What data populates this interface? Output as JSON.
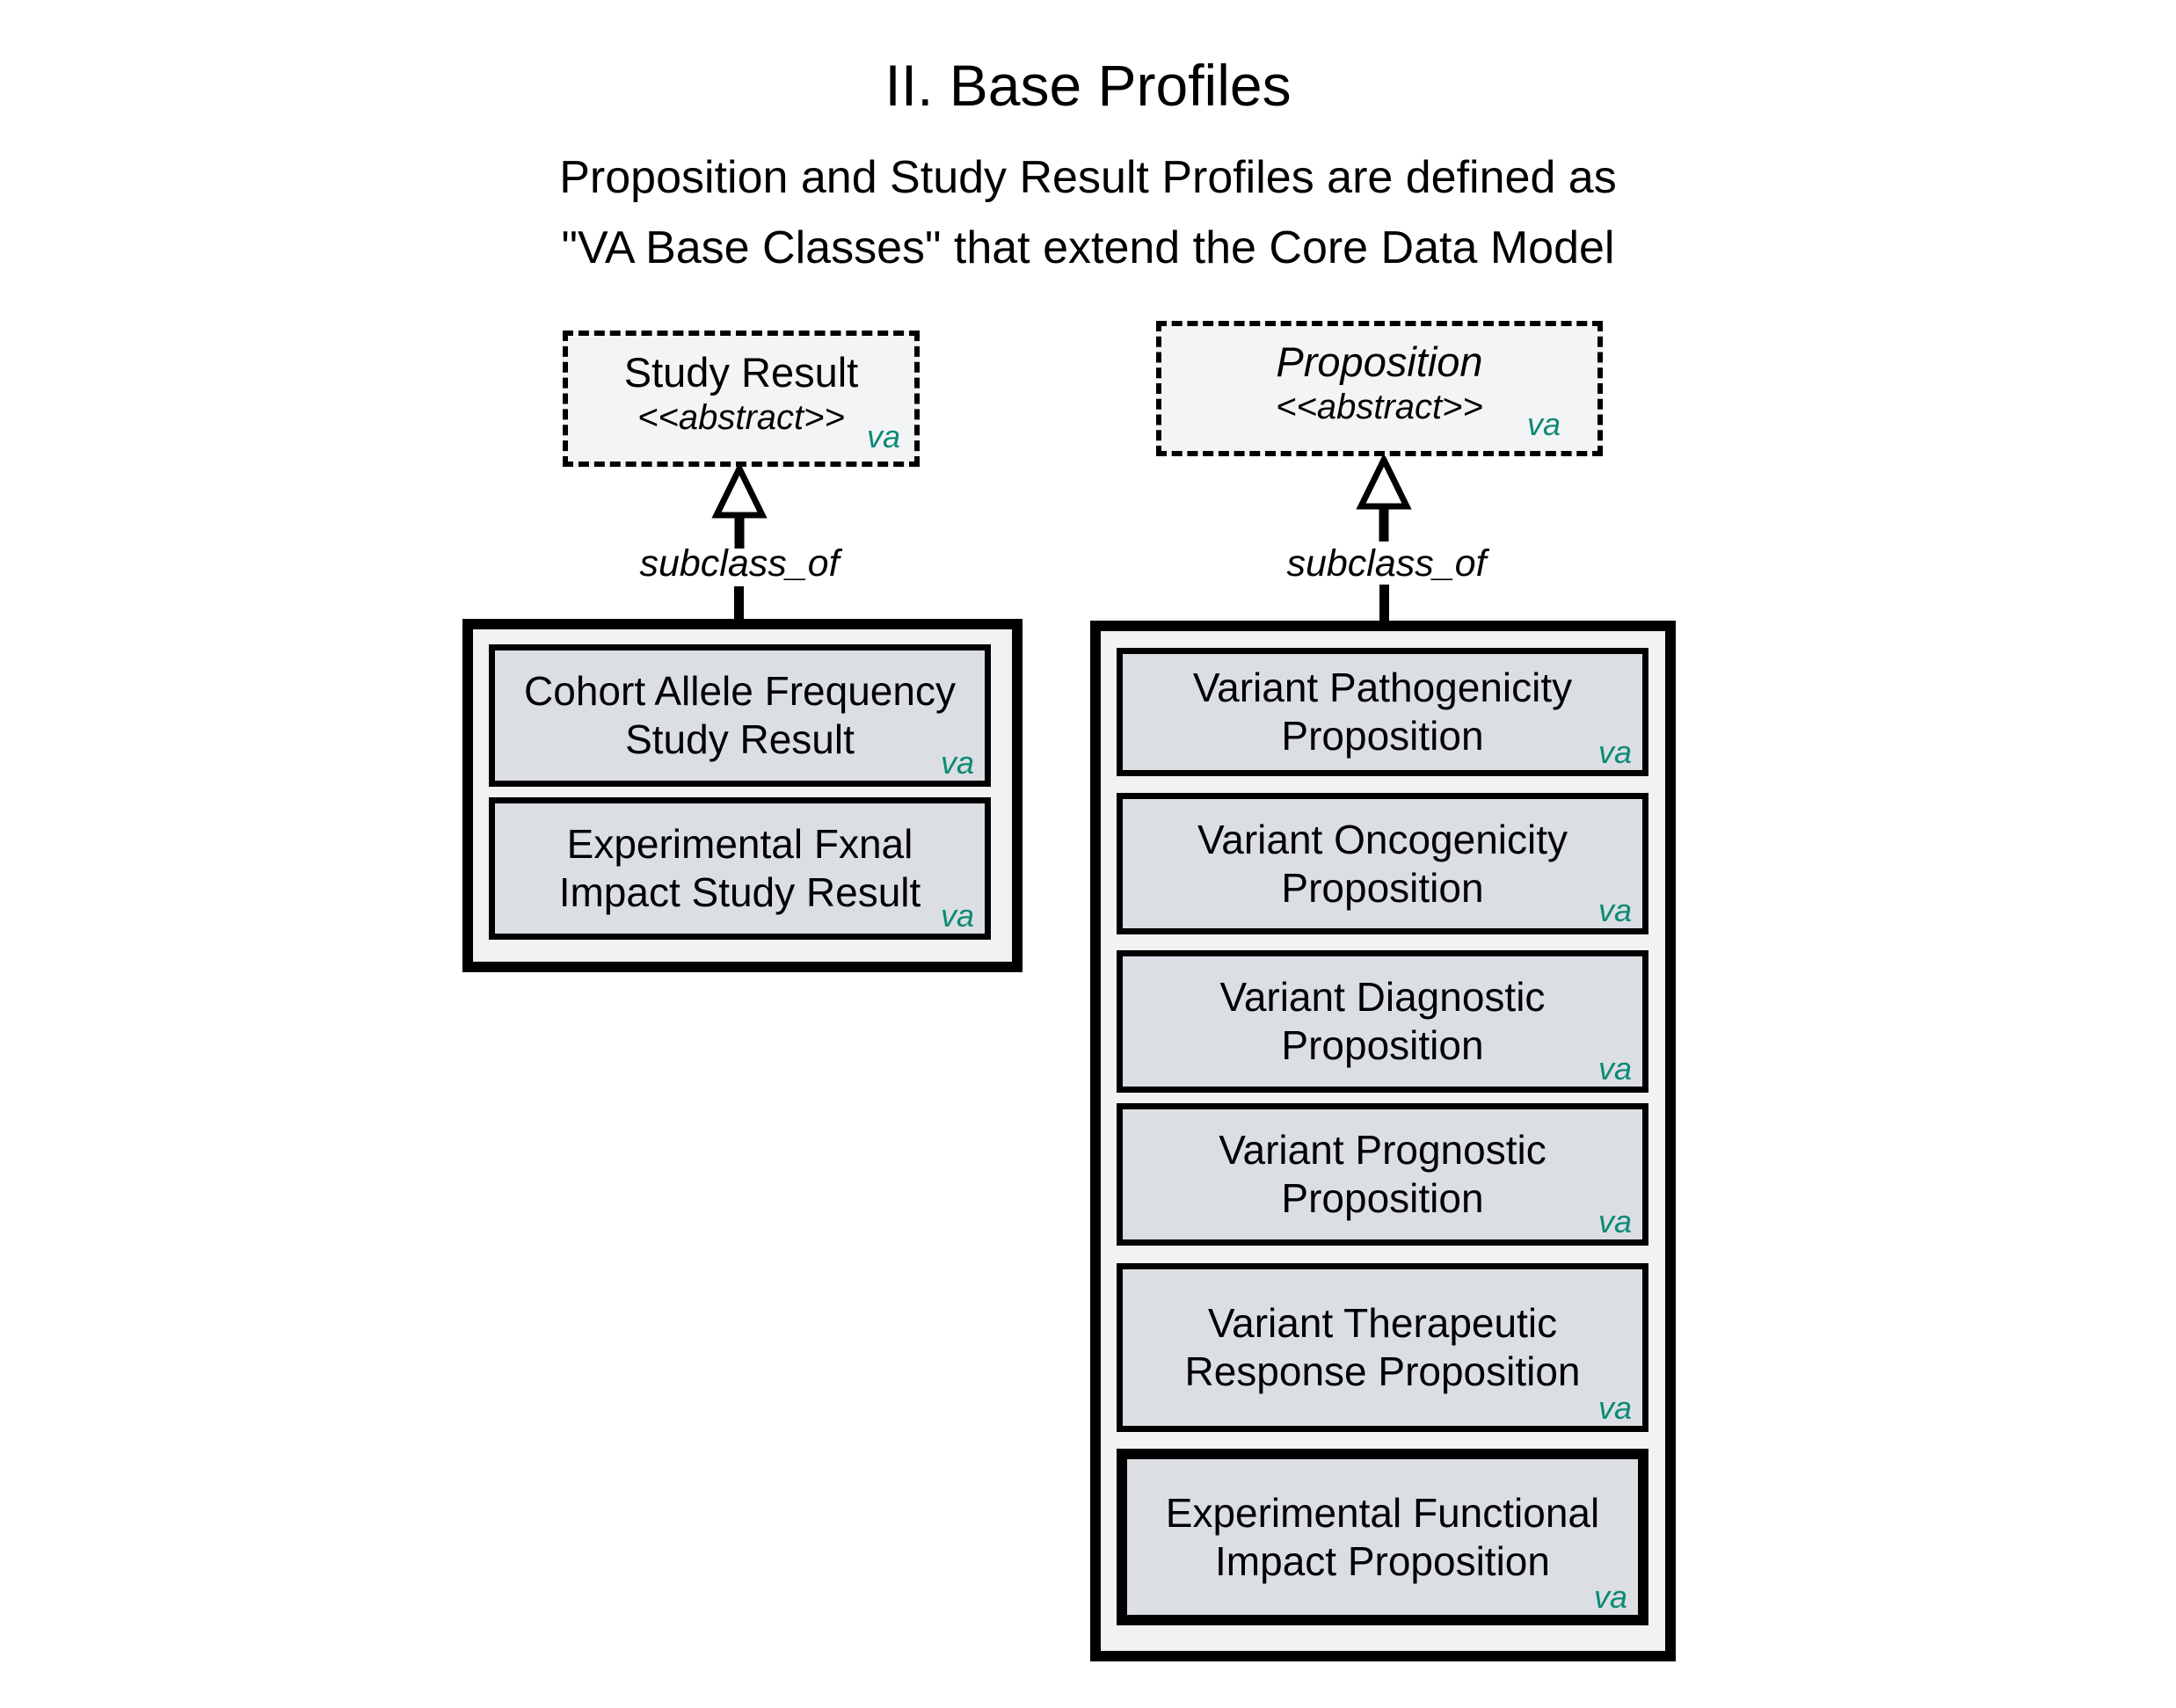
{
  "header": {
    "title": "II. Base Profiles",
    "subtitle_line1": "Proposition and Study Result Profiles are defined as",
    "subtitle_line2": "\"VA Base Classes\" that extend the Core Data Model"
  },
  "colors": {
    "accent_teal": "#0d8a76",
    "subclass_box_fill": "#dbdee3",
    "container_fill": "#f0f2f4",
    "abstract_box_fill": "#f3f4f6",
    "border": "#000000"
  },
  "study_result": {
    "abstract_class": {
      "name": "Study Result",
      "stereotype": "<<abstract>>",
      "badge": "va"
    },
    "relation_label": "subclass_of",
    "subclasses": [
      {
        "line1": "Cohort Allele Frequency",
        "line2": "Study Result",
        "badge": "va"
      },
      {
        "line1": "Experimental Fxnal",
        "line2": "Impact Study Result",
        "badge": "va"
      }
    ]
  },
  "proposition": {
    "abstract_class": {
      "name": "Proposition",
      "stereotype": "<<abstract>>",
      "badge": "va"
    },
    "relation_label": "subclass_of",
    "subclasses": [
      {
        "line1": "Variant Pathogenicity",
        "line2": "Proposition",
        "badge": "va"
      },
      {
        "line1": "Variant Oncogenicity",
        "line2": "Proposition",
        "badge": "va"
      },
      {
        "line1": "Variant Diagnostic",
        "line2": "Proposition",
        "badge": "va"
      },
      {
        "line1": "Variant Prognostic",
        "line2": "Proposition",
        "badge": "va"
      },
      {
        "line1": "Variant Therapeutic",
        "line2": "Response Proposition",
        "badge": "va"
      },
      {
        "line1": "Experimental Functional",
        "line2": "Impact Proposition",
        "badge": "va"
      }
    ]
  }
}
